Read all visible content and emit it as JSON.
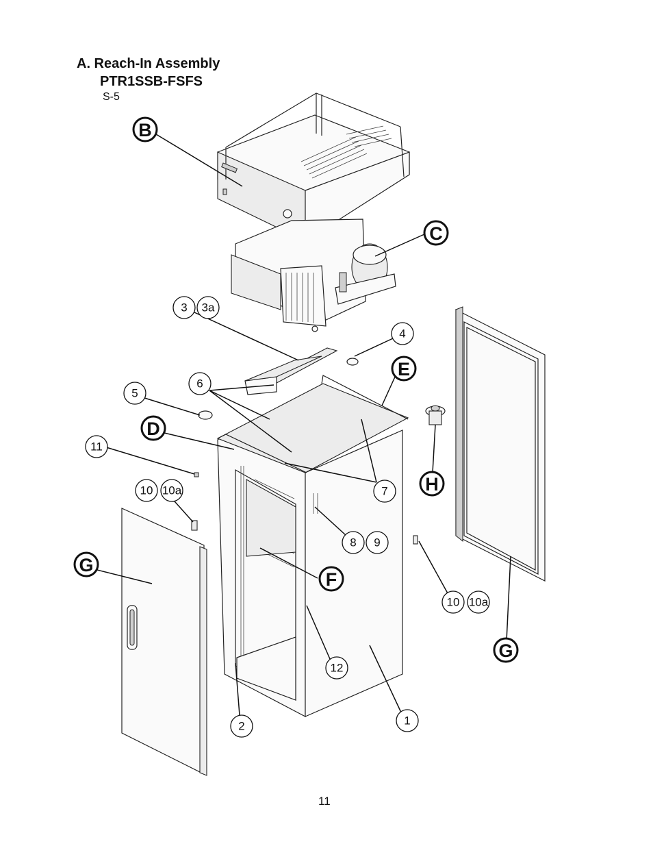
{
  "header": {
    "section_title": "A. Reach-In Assembly",
    "model": "PTR1SSB-FSFS",
    "revision": "S-5"
  },
  "page_number": "11",
  "callouts": {
    "B": "B",
    "C": "C",
    "D": "D",
    "E": "E",
    "F": "F",
    "G_left": "G",
    "G_right": "G",
    "H": "H",
    "n1": "1",
    "n2": "2",
    "n3": "3",
    "n3a": "3a",
    "n4": "4",
    "n5": "5",
    "n6": "6",
    "n7": "7",
    "n8": "8",
    "n9": "9",
    "n10_left": "10",
    "n10a_left": "10a",
    "n10_right": "10",
    "n10a_right": "10a",
    "n11": "11",
    "n12": "12"
  }
}
